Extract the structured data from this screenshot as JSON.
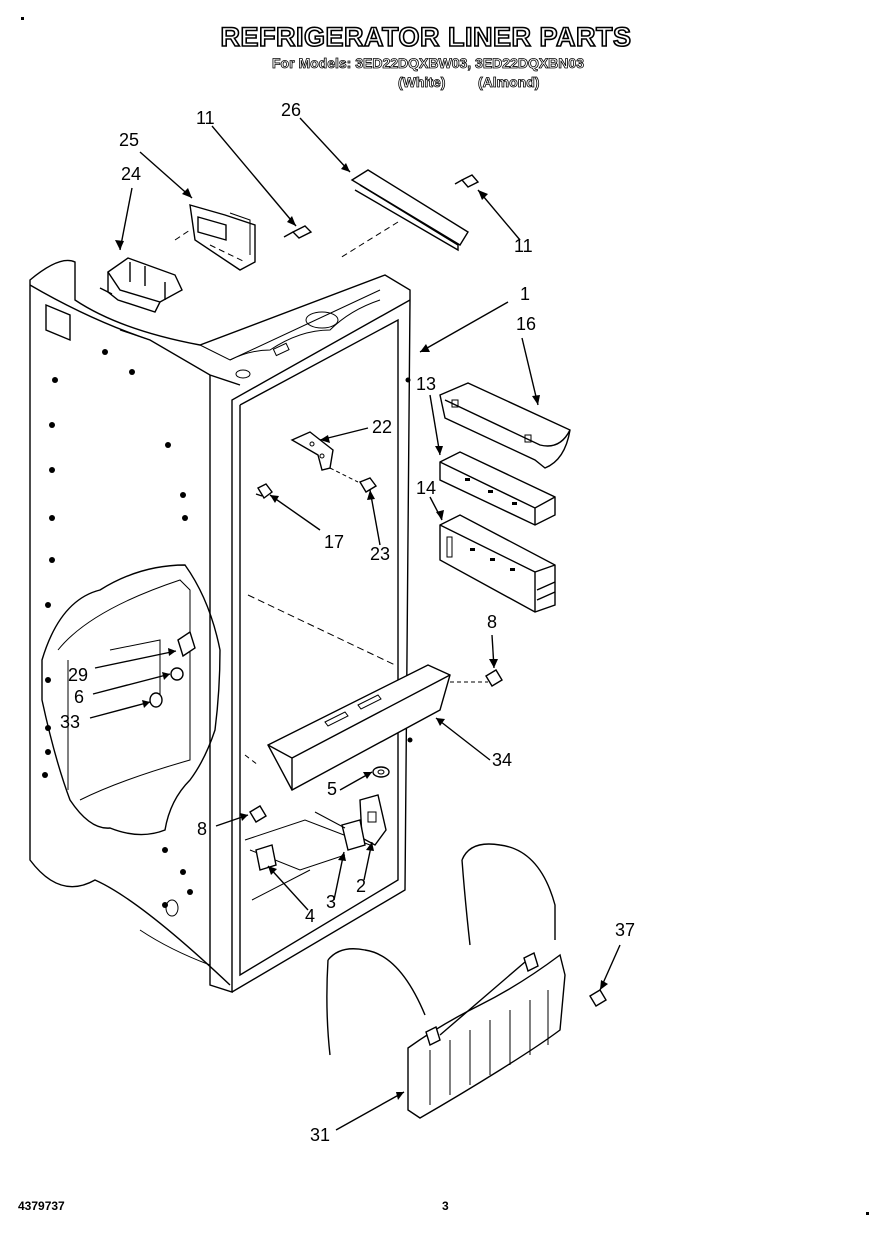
{
  "header": {
    "title": "REFRIGERATOR LINER PARTS",
    "models_line": "For Models: 3ED22DQXBW03, 3ED22DQXBN03",
    "variant_white": "(White)",
    "variant_almond": "(Almond)"
  },
  "callouts": {
    "c25": "25",
    "c11a": "11",
    "c26": "26",
    "c24": "24",
    "c11b": "11",
    "c1": "1",
    "c16": "16",
    "c13": "13",
    "c22": "22",
    "c14": "14",
    "c17": "17",
    "c23": "23",
    "c8a": "8",
    "c29": "29",
    "c6": "6",
    "c33": "33",
    "c34": "34",
    "c5": "5",
    "c8b": "8",
    "c2": "2",
    "c3": "3",
    "c4": "4",
    "c37": "37",
    "c31": "31"
  },
  "footer": {
    "doc_number": "4379737",
    "page_number": "3"
  }
}
